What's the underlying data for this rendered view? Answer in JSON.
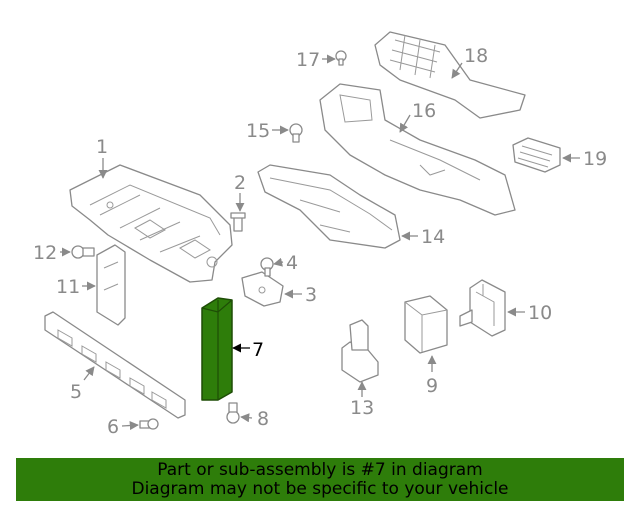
{
  "callouts": {
    "c1": "1",
    "c2": "2",
    "c3": "3",
    "c4": "4",
    "c5": "5",
    "c6": "6",
    "c7": "7",
    "c8": "8",
    "c9": "9",
    "c10": "10",
    "c11": "11",
    "c12": "12",
    "c13": "13",
    "c14": "14",
    "c15": "15",
    "c16": "16",
    "c17": "17",
    "c18": "18",
    "c19": "19"
  },
  "highlight": {
    "part": "7",
    "color": "#2e7d0a"
  },
  "banner": {
    "line1": "Part or sub-assembly is #7 in diagram",
    "line2": "Diagram may not be specific to your vehicle",
    "background": "#2e7d0a"
  }
}
